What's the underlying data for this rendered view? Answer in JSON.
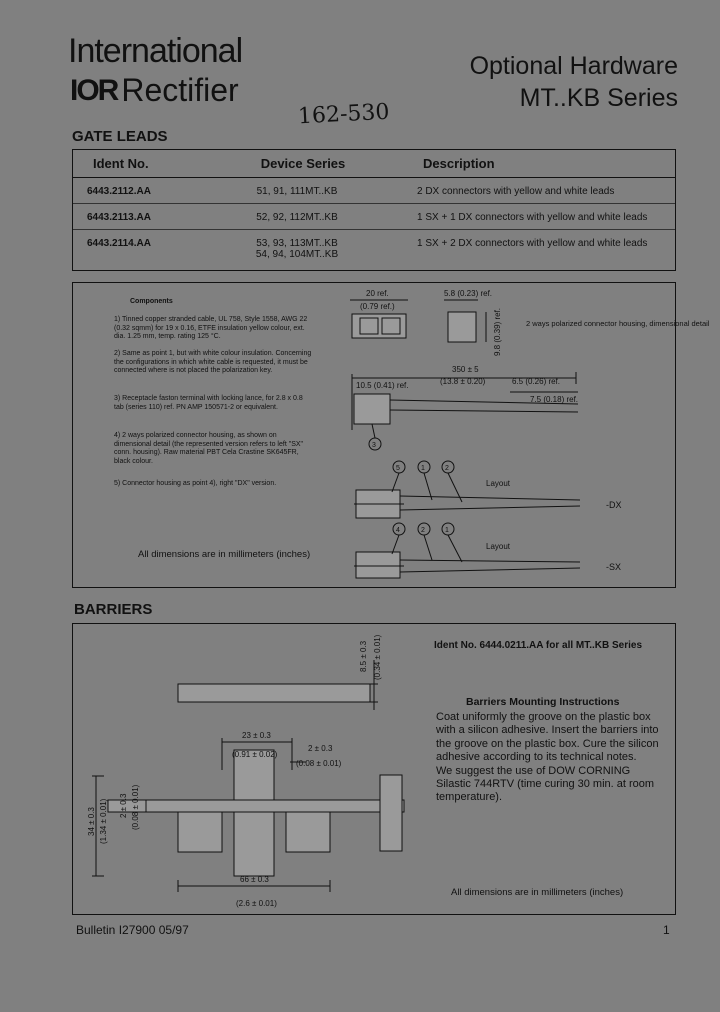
{
  "header": {
    "company_line1": "International",
    "logo_mark": "IOR",
    "company_line2": "Rectifier",
    "title_line1": "Optional Hardware",
    "title_line2": "MT..KB Series",
    "handwritten_note": "162-530"
  },
  "gate_leads": {
    "heading": "GATE LEADS",
    "columns": [
      "Ident No.",
      "Device Series",
      "Description"
    ],
    "rows": [
      {
        "ident": "6443.2112.AA",
        "series": "51, 91, 111MT..KB",
        "series2": "",
        "description": "2 DX connectors with yellow and white leads"
      },
      {
        "ident": "6443.2113.AA",
        "series": "52, 92, 112MT..KB",
        "series2": "",
        "description": "1 SX + 1 DX connectors with yellow and white leads"
      },
      {
        "ident": "6443.2114.AA",
        "series": "53, 93, 113MT..KB",
        "series2": "54, 94, 104MT..KB",
        "description": "1 SX + 2 DX connectors with yellow and white leads"
      }
    ],
    "components_title": "Components",
    "notes": [
      "1) Tinned copper stranded cable, UL 758, Style 1558, AWG 22 (0.32 sqmm) for 19 x 0.16, ETFE insulation yellow colour, ext. dia. 1.25 mm, temp. rating 125 °C.",
      "2) Same as point 1, but with white colour insulation. Concerning the configurations in which white cable is requested, it must be connected where is not placed the polarization key.",
      "3) Receptacle faston terminal with locking lance, for 2.8 x 0.8 tab (series 110) ref. PN AMP 150571-2 or equivalent.",
      "4) 2 ways polarized connector housing, as shown on dimensional detail (the represented version refers to left \"SX\" conn. housing). Raw material PBT Cela Crastine SK645FR, black colour.",
      "5) Connector housing as point 4), right \"DX\" version."
    ],
    "dims": {
      "d1": "20 ref.",
      "d1b": "(0.79 ref.)",
      "d2": "5.8 (0.23) ref.",
      "d3": "9.8 (0.39) ref.",
      "housing_note": "2 ways polarized connector housing, dimensional detail",
      "len": "350 ± 5",
      "len_in": "(13.8 ± 0.20)",
      "d4": "10.5 (0.41) ref.",
      "d5": "6.5 (0.26) ref.",
      "d6": "7.5 (0.18) ref.",
      "callout_3": "3",
      "layout_label": "Layout",
      "dx_label": "-DX",
      "sx_label": "-SX",
      "dx_callouts": [
        "5",
        "1",
        "2"
      ],
      "sx_callouts": [
        "4",
        "2",
        "1"
      ]
    },
    "units_note": "All dimensions are in millimeters (inches)"
  },
  "barriers": {
    "heading": "BARRIERS",
    "ident_text": "Ident No. 6444.0211.AA for all MT..KB Series",
    "instructions_title": "Barriers Mounting Instructions",
    "instructions_lines": [
      "Coat uniformly the groove on the plastic box",
      "with a silicon adhesive. Insert the barriers into",
      "the groove on the plastic box. Cure the silicon",
      "adhesive according to its technical notes.",
      "We suggest the use of DOW CORNING",
      "Silastic 744RTV (time curing 30 min. at room",
      "temperature)."
    ],
    "dims": {
      "t": "8.5 ± 0.3",
      "t_in": "(0.34 ± 0.01)",
      "w": "23 ± 0.3",
      "w_in": "(0.91 ± 0.02)",
      "g": "2 ± 0.3",
      "g_in": "(0.08 ± 0.01)",
      "h": "34 ± 0.3",
      "h_in": "(1.34 ± 0.01)",
      "h2": "2 ± 0.3",
      "h2_in": "(0.08 ± 0.01)",
      "l": "66 ± 0.3",
      "l_in": "(2.6 ± 0.01)"
    },
    "units_note": "All dimensions are in millimeters (inches)"
  },
  "footer": {
    "bulletin": "Bulletin I27900  05/97",
    "page": "1"
  }
}
